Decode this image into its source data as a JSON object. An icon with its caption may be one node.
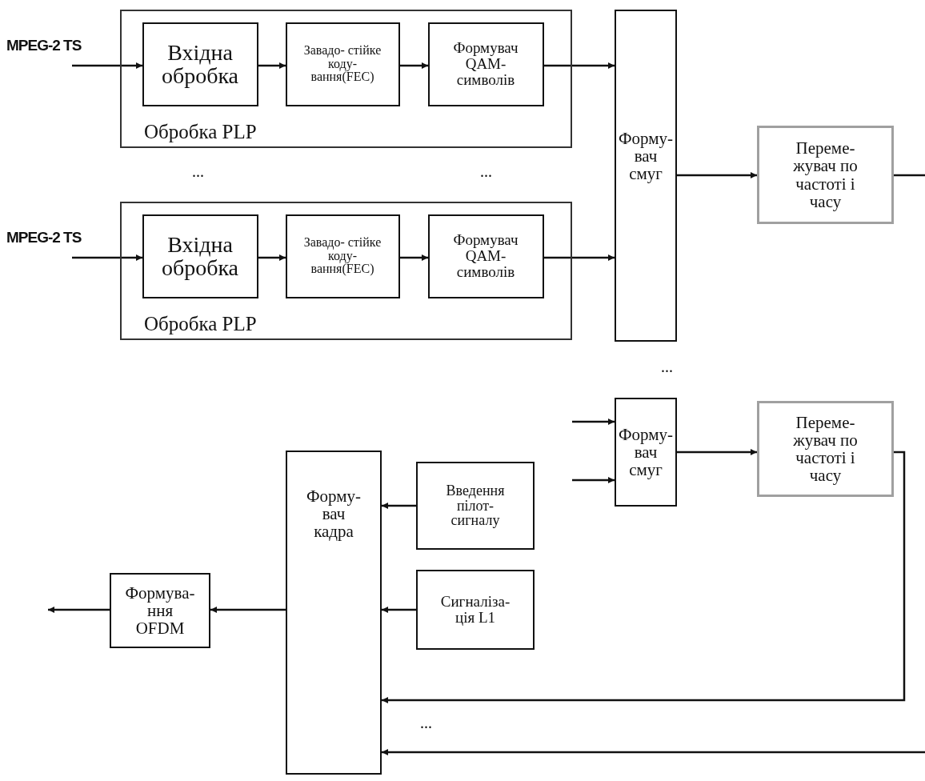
{
  "diagram": {
    "nodes": [
      {
        "text": [
          "Обробка PLP"
        ]
      },
      {
        "text": [
          "Вхідна обробка"
        ],
        "in": 0
      },
      {
        "text": [
          "Завадо- стійке коду- вання(FEC)"
        ],
        "in": 0
      },
      {
        "text": [
          "Формувач QAM- символів"
        ],
        "in": 0
      },
      {
        "text": [
          "Обробка PLP"
        ]
      },
      {
        "text": [
          "Вхідна обробка"
        ],
        "in": 4
      },
      {
        "text": [
          "Завадо- стійке коду- вання(FEC)"
        ],
        "in": 4
      },
      {
        "text": [
          "Формувач QAM- символів"
        ],
        "in": 4
      },
      {
        "text": [
          "Форму- вач смуг"
        ]
      },
      {
        "text": [
          "Переме- жувач по частоті і часу"
        ]
      },
      {
        "text": [
          "Форму- вач смуг"
        ]
      },
      {
        "text": [
          "Переме- жувач по частоті і часу"
        ]
      },
      {
        "text": [
          "Форму- вач кадра"
        ]
      },
      {
        "text": [
          "Введення пілот- сигналу"
        ]
      },
      {
        "text": [
          "Сигналіза- ція L1"
        ]
      },
      {
        "text": [
          "Формува- ння OFDM"
        ]
      }
    ],
    "edges": [
      {
        "from": null,
        "to": 1,
        "arrow": "to",
        "label": "MPEG-2 TS"
      },
      {
        "from": 1,
        "to": 2,
        "arrow": "to"
      },
      {
        "from": 2,
        "to": 3,
        "arrow": "to"
      },
      {
        "from": 3,
        "to": 8,
        "arrow": "to"
      },
      {
        "from": null,
        "to": 5,
        "arrow": "to",
        "label": "MPEG-2 TS"
      },
      {
        "from": 5,
        "to": 6,
        "arrow": "to"
      },
      {
        "from": 6,
        "to": 7,
        "arrow": "to"
      },
      {
        "from": 7,
        "to": 8,
        "arrow": "to"
      },
      {
        "from": 8,
        "to": 9,
        "arrow": "to"
      },
      {
        "from": 9,
        "to": null,
        "arrow": "none"
      },
      {
        "from": null,
        "to": 10,
        "arrow": "to"
      },
      {
        "from": null,
        "to": 10,
        "arrow": "to"
      },
      {
        "from": 10,
        "to": 11,
        "arrow": "to"
      },
      {
        "from": 11,
        "to": 12,
        "arrow": "to"
      },
      {
        "from": 13,
        "to": 12,
        "arrow": "to"
      },
      {
        "from": 14,
        "to": 12,
        "arrow": "to"
      },
      {
        "from": 12,
        "to": 15,
        "arrow": "to"
      },
      {
        "from": 15,
        "to": null,
        "arrow": "to"
      },
      {
        "from": null,
        "to": 12,
        "arrow": "to"
      }
    ],
    "labels": [
      "...",
      "...",
      "...",
      "..."
    ]
  }
}
